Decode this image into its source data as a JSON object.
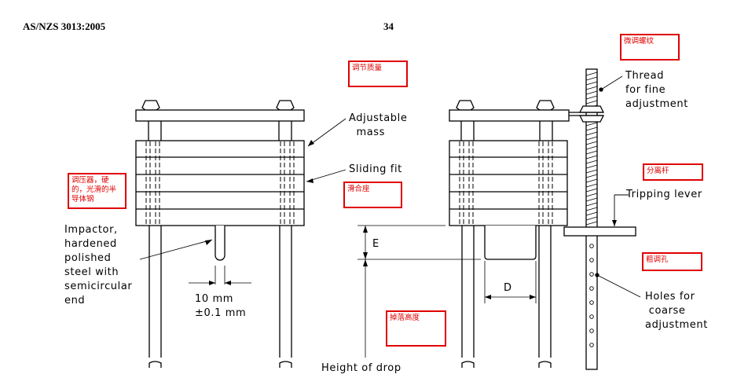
{
  "header": {
    "standard": "AS/NZS 3013:2005",
    "page_number": "34"
  },
  "labels": {
    "adjustable_mass": "Adjustable\n  mass",
    "sliding_fit": "Sliding fit",
    "impactor": "Impactor,\nhardened\npolished\nsteel with\nsemicircular\nend",
    "dimension": "10 mm\n±0.1 mm",
    "e": "E",
    "d": "D",
    "thread": "Thread\nfor fine\nadjustment",
    "tripping_lever": "Tripping lever",
    "holes": "Holes for\n coarse\nadjustment",
    "height_of_drop": "Height of drop"
  },
  "notes": {
    "fine_thread": "微调螺纹",
    "adjust_mass": "调节质量",
    "impactor": "调压器，硬的，光滑的半导体钢",
    "sliding_seat": "滑合座",
    "tripping_lever": "分离杆",
    "coarse_holes": "粗调孔",
    "drop_height": "掉落高度"
  }
}
